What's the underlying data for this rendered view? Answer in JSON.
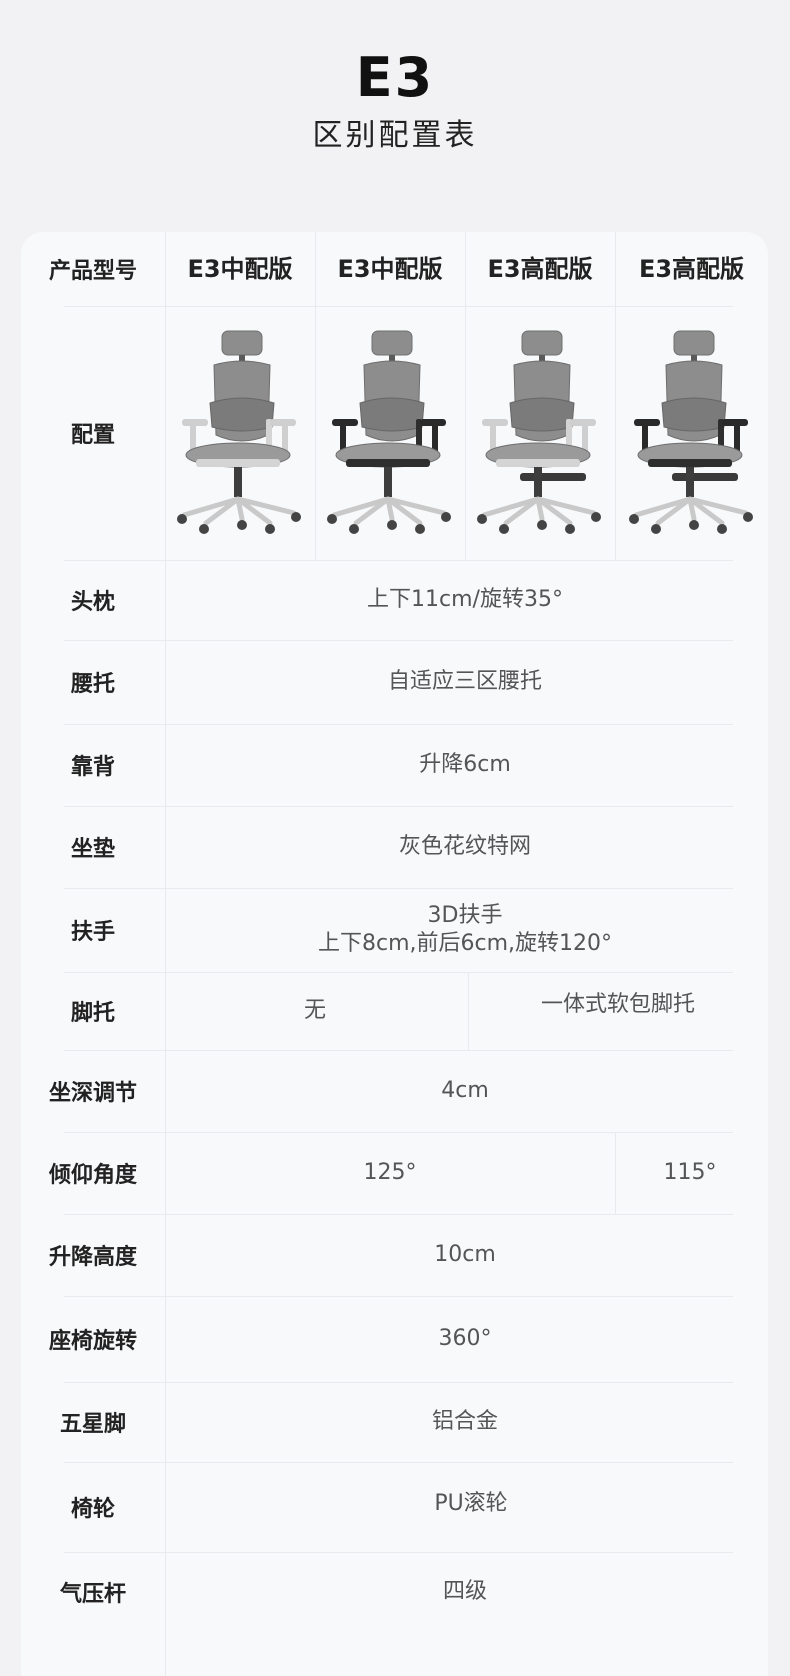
{
  "page": {
    "title": "E3",
    "subtitle": "区别配置表"
  },
  "table": {
    "header_label": "产品型号",
    "models": [
      "E3中配版",
      "E3中配版",
      "E3高配版",
      "E3高配版"
    ],
    "config_label": "配置",
    "chairs": [
      {
        "frame": "#d4d4d4",
        "arm": "#cfcfcf",
        "mesh": "#8d8d8d",
        "footrest": false
      },
      {
        "frame": "#2e2e2e",
        "arm": "#2a2a2a",
        "mesh": "#8d8d8d",
        "footrest": false
      },
      {
        "frame": "#d4d4d4",
        "arm": "#cfcfcf",
        "mesh": "#8d8d8d",
        "footrest": true
      },
      {
        "frame": "#2e2e2e",
        "arm": "#2a2a2a",
        "mesh": "#8d8d8d",
        "footrest": true
      }
    ],
    "rows": [
      {
        "label": "头枕",
        "value": "上下11cm/旋转35°"
      },
      {
        "label": "腰托",
        "value": "自适应三区腰托"
      },
      {
        "label": "靠背",
        "value": "升降6cm"
      },
      {
        "label": "坐垫",
        "value": "灰色花纹特网"
      },
      {
        "label": "扶手",
        "value_line1": "3D扶手",
        "value_line2": "上下8cm,前后6cm,旋转120°"
      },
      {
        "label": "脚托",
        "value_left": "无",
        "value_right": "一体式软包脚托"
      },
      {
        "label": "坐深调节",
        "value": "4cm"
      },
      {
        "label": "倾仰角度",
        "value_left": "125°",
        "value_right": "115°"
      },
      {
        "label": "升降高度",
        "value": "10cm"
      },
      {
        "label": "座椅旋转",
        "value": "360°"
      },
      {
        "label": "五星脚",
        "value": "铝合金"
      },
      {
        "label": "椅轮",
        "value": "PU滚轮"
      },
      {
        "label": "气压杆",
        "value": "四级"
      }
    ]
  },
  "colors": {
    "background": "#f2f2f4",
    "card": "#f8f9fb",
    "divider": "#e9eaee",
    "label_text": "#222222",
    "value_text": "#555555"
  }
}
